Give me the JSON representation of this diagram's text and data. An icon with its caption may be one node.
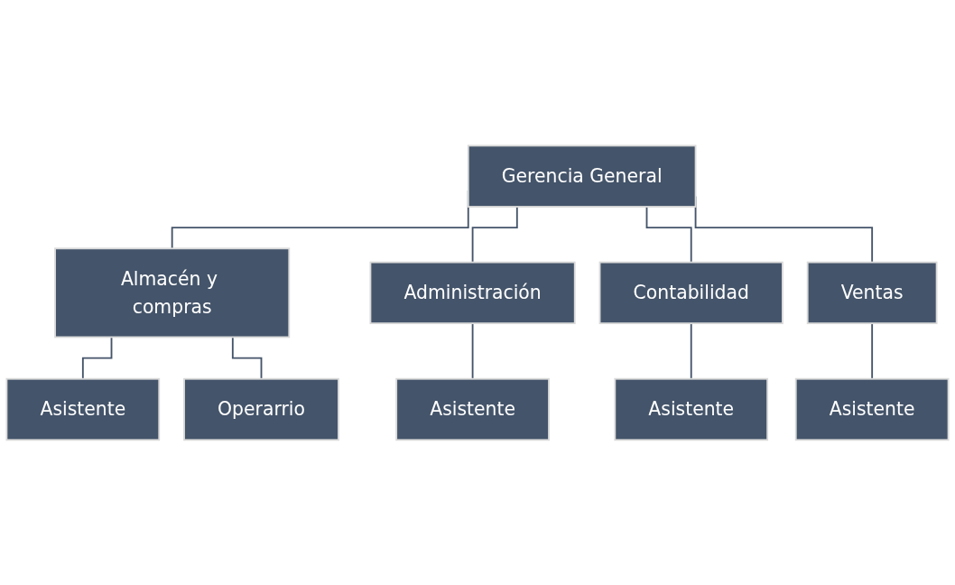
{
  "diagram": {
    "nodes": [
      {
        "text": [
          "Gerencia General"
        ]
      },
      {
        "text": [
          "Almacén y compras"
        ]
      },
      {
        "text": [
          "Administración"
        ]
      },
      {
        "text": [
          "Contabilidad"
        ]
      },
      {
        "text": [
          "Ventas"
        ]
      },
      {
        "text": [
          "Asistente"
        ]
      },
      {
        "text": [
          "Operarrio"
        ]
      },
      {
        "text": [
          "Asistente"
        ]
      },
      {
        "text": [
          "Asistente"
        ]
      },
      {
        "text": [
          "Asistente"
        ]
      }
    ],
    "edges": [
      {
        "from": 0,
        "to": 1,
        "arrow": "none"
      },
      {
        "from": 0,
        "to": 2,
        "arrow": "none"
      },
      {
        "from": 0,
        "to": 3,
        "arrow": "none"
      },
      {
        "from": 0,
        "to": 4,
        "arrow": "none"
      },
      {
        "from": 1,
        "to": 5,
        "arrow": "none"
      },
      {
        "from": 1,
        "to": 6,
        "arrow": "none"
      },
      {
        "from": 2,
        "to": 7,
        "arrow": "none"
      },
      {
        "from": 3,
        "to": 8,
        "arrow": "none"
      },
      {
        "from": 4,
        "to": 9,
        "arrow": "none"
      }
    ]
  }
}
